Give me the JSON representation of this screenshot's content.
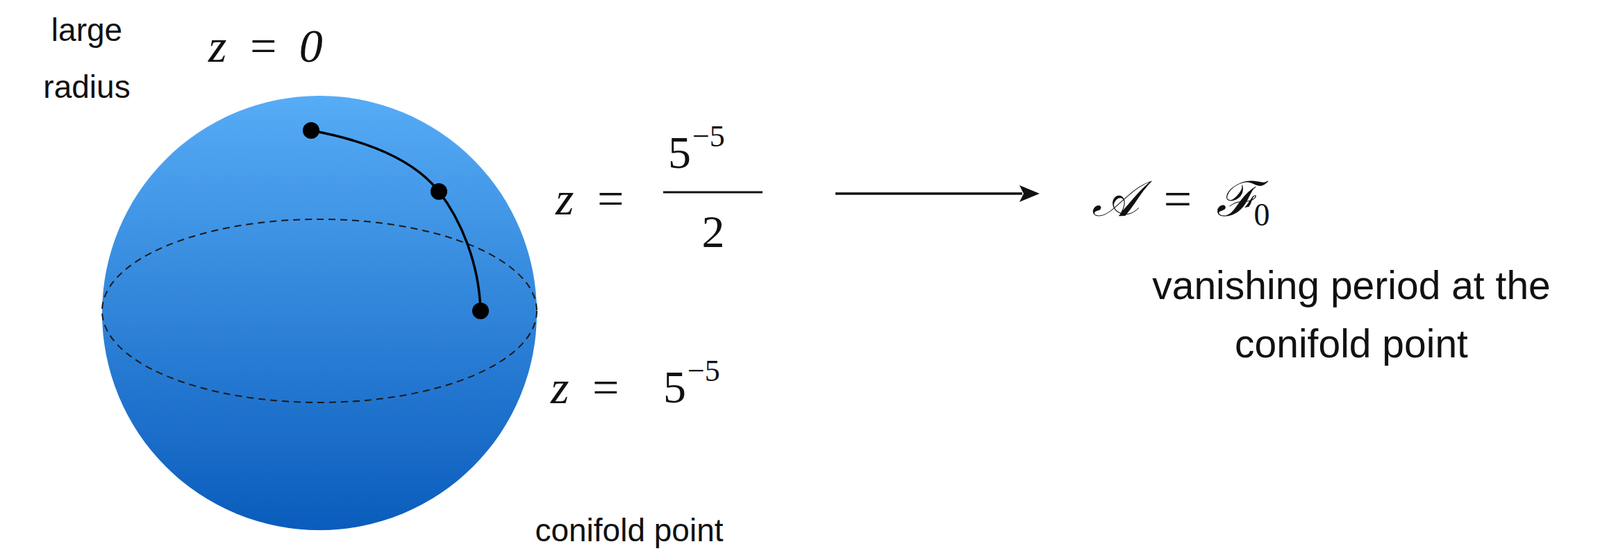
{
  "diagram": {
    "labels": [
      "large radius",
      "z = 0",
      "z =",
      "5",
      "−5",
      "2",
      "𝒜 = ℱ",
      "0",
      "vanishing period at the conifold point",
      "z =",
      "5",
      "−5",
      "conifold point"
    ]
  }
}
